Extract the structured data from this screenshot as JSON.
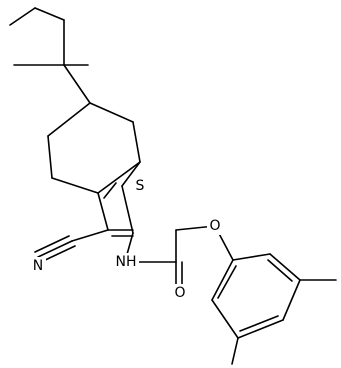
{
  "diagram_type": "chemical-structure",
  "colors": {
    "bond": "#000000",
    "label": "#000000",
    "background": "#ffffff"
  },
  "atoms": [
    {
      "id": "s",
      "label": "S"
    },
    {
      "id": "n_nitrile",
      "label": "N"
    },
    {
      "id": "nh",
      "label": "NH"
    },
    {
      "id": "o_carbonyl",
      "label": "O"
    },
    {
      "id": "o_ether",
      "label": "O"
    }
  ]
}
